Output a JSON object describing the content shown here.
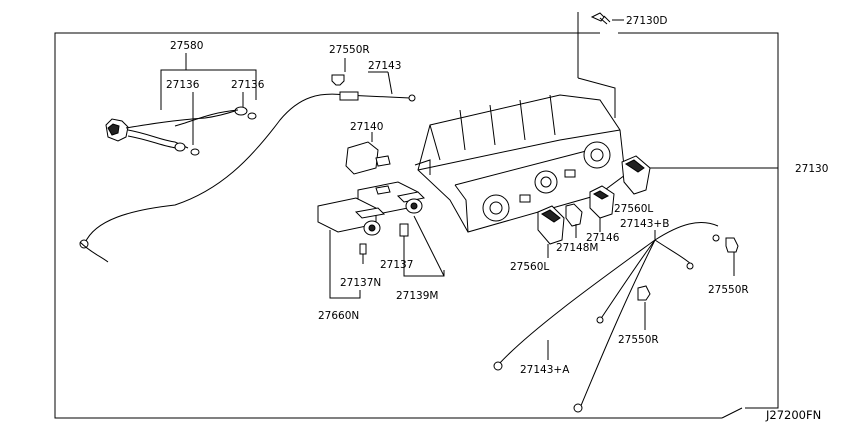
{
  "diagram_code": "J27200FN",
  "labels": {
    "p27580": "27580",
    "p27136_a": "27136",
    "p27136_b": "27136",
    "p27550R_top": "27550R",
    "p27143": "27143",
    "p27130D": "27130D",
    "p27140": "27140",
    "p27130": "27130",
    "p27560L_right": "27560L",
    "p27143B": "27143+B",
    "p27146": "27146",
    "p27148M": "27148M",
    "p27560L_left": "27560L",
    "p27137": "27137",
    "p27137N": "27137N",
    "p27139M": "27139M",
    "p27660N": "27660N",
    "p27550R_right": "27550R",
    "p27550R_mid": "27550R",
    "p27143A": "27143+A"
  }
}
